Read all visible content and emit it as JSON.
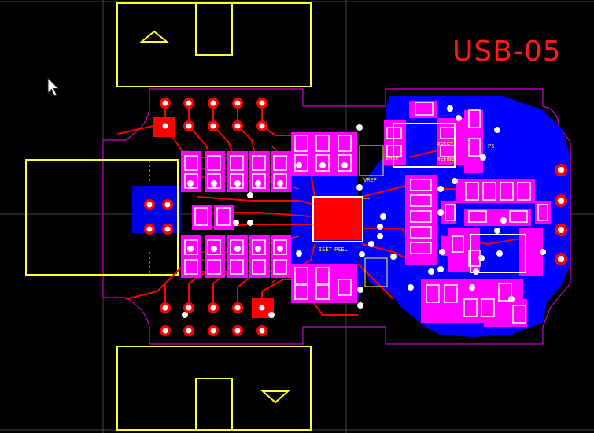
{
  "board": {
    "title": "USB-05"
  },
  "colors": {
    "background": "#000000",
    "silkscreen": "#ffff33",
    "top_copper": "#ff0000",
    "bottom_copper": "#0000ff",
    "pad": "#ff00ff",
    "via": "#ffffff",
    "outline": "#cc00cc",
    "title": "#ff1a1a"
  },
  "silk_labels": [
    "VREF",
    "VREF",
    "ISET",
    "PSEL",
    "RESET",
    "REFBRD",
    "PS"
  ],
  "icons": {
    "pointer": "arrow-cursor-icon",
    "connector_top_marker": "triangle-up-icon",
    "connector_bottom_marker": "triangle-down-icon"
  }
}
